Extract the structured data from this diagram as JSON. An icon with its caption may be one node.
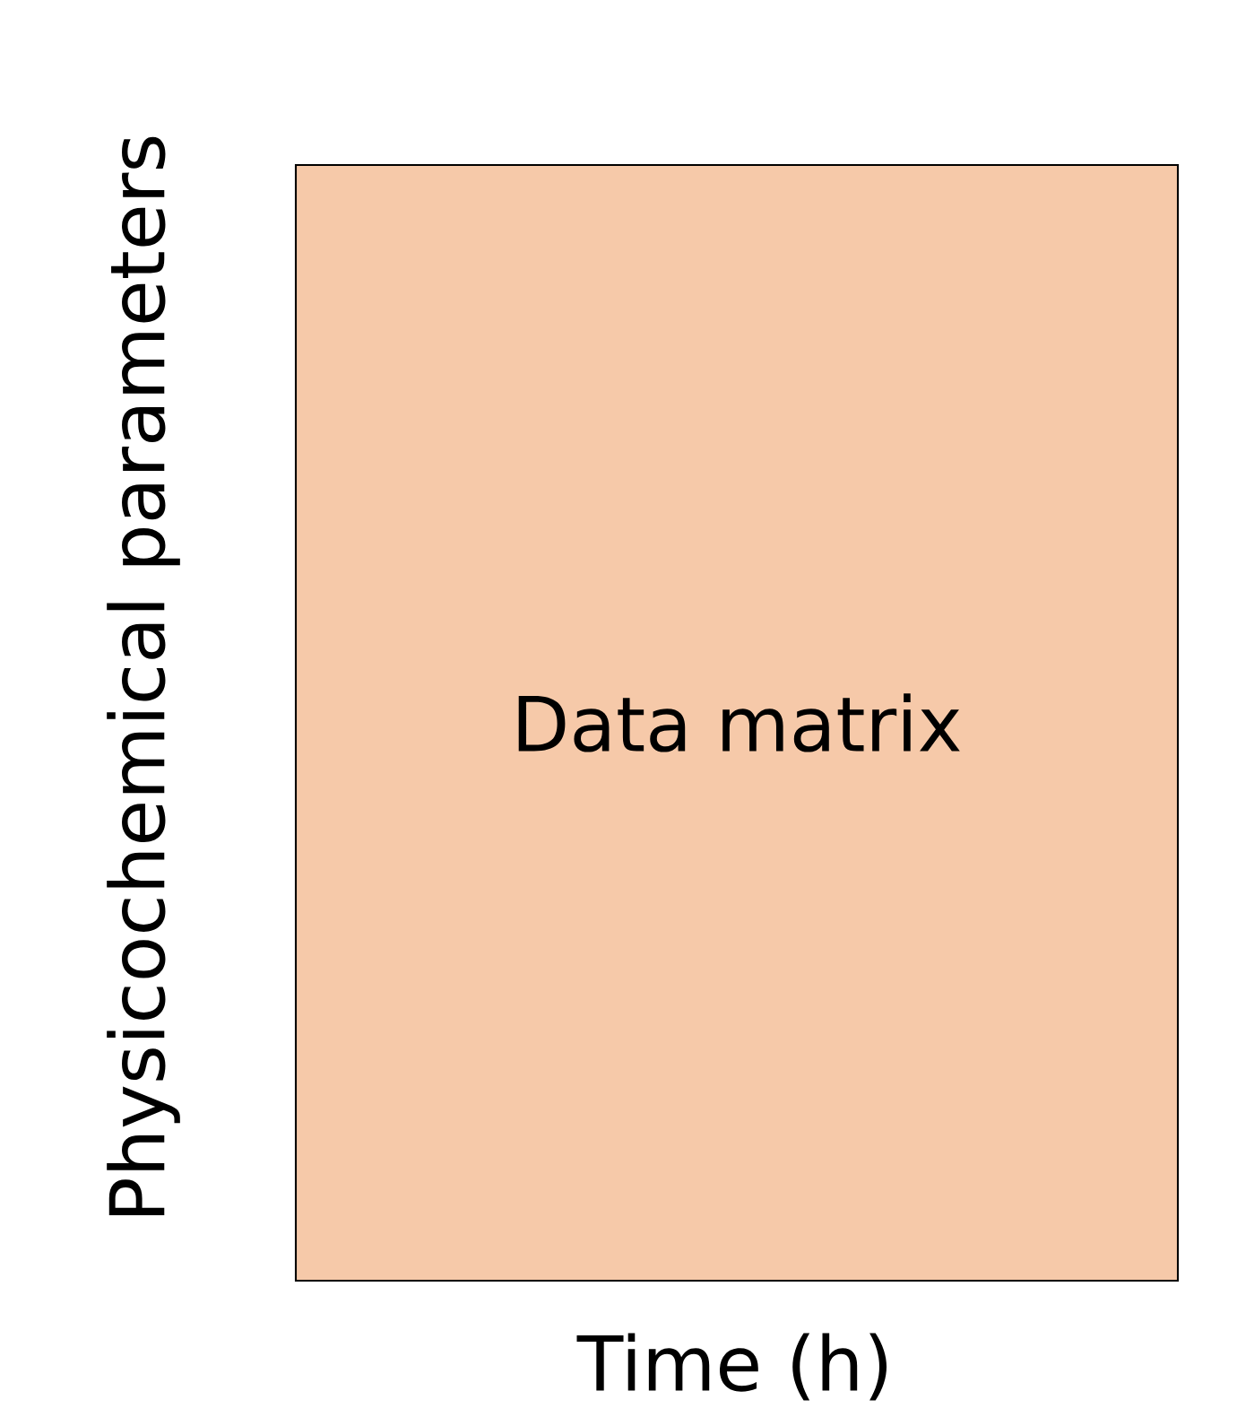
{
  "diagram": {
    "nodes": [
      {
        "text": [
          "Data matrix"
        ]
      }
    ],
    "labels": [
      "Physicochemical parameters",
      "Time (h)"
    ]
  }
}
